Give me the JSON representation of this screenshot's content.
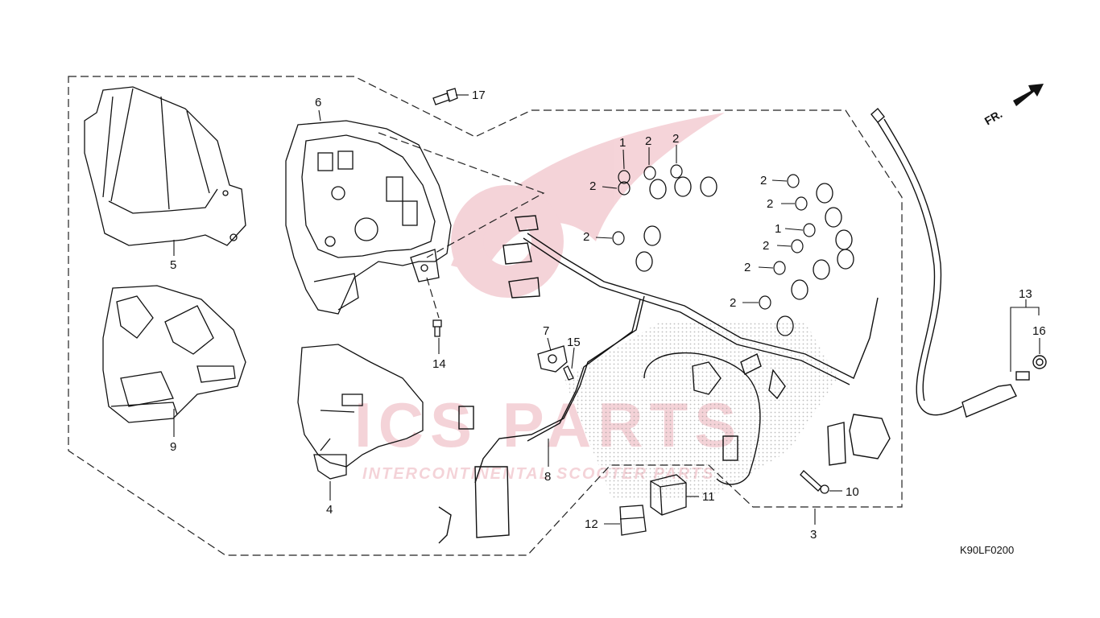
{
  "diagram": {
    "reference_code": "K90LF0200",
    "direction_marker": "FR.",
    "watermark": {
      "brand": "ICS PARTS",
      "tagline": "INTERCONTINENTAL SCOOTER PARTS",
      "brand_color": "#c8102e"
    },
    "callouts": [
      {
        "id": "c5",
        "label": "5"
      },
      {
        "id": "c9",
        "label": "9"
      },
      {
        "id": "c6",
        "label": "6"
      },
      {
        "id": "c17",
        "label": "17"
      },
      {
        "id": "c14",
        "label": "14"
      },
      {
        "id": "c4",
        "label": "4"
      },
      {
        "id": "c7",
        "label": "7"
      },
      {
        "id": "c15",
        "label": "15"
      },
      {
        "id": "c8",
        "label": "8"
      },
      {
        "id": "c12",
        "label": "12"
      },
      {
        "id": "c11",
        "label": "11"
      },
      {
        "id": "c3",
        "label": "3"
      },
      {
        "id": "c10",
        "label": "10"
      },
      {
        "id": "c13",
        "label": "13"
      },
      {
        "id": "c16",
        "label": "16"
      },
      {
        "id": "b1a",
        "label": "1"
      },
      {
        "id": "b2a",
        "label": "2"
      },
      {
        "id": "b2b",
        "label": "2"
      },
      {
        "id": "b2c",
        "label": "2"
      },
      {
        "id": "b2d",
        "label": "2"
      },
      {
        "id": "b2e",
        "label": "2"
      },
      {
        "id": "b2f",
        "label": "2"
      },
      {
        "id": "b1b",
        "label": "1"
      },
      {
        "id": "b2g",
        "label": "2"
      },
      {
        "id": "b2h",
        "label": "2"
      },
      {
        "id": "b2i",
        "label": "2"
      }
    ]
  }
}
